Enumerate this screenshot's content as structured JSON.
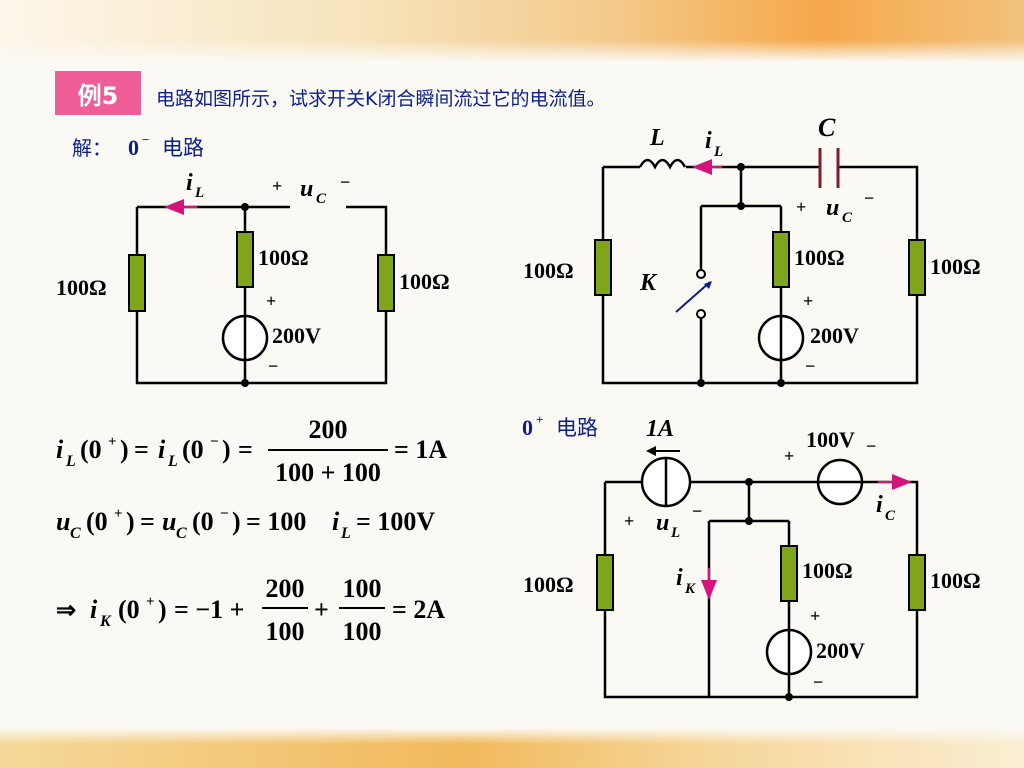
{
  "badge": "例5",
  "problem": "电路如图所示，试求开关K闭合瞬间流过它的电流值。",
  "section_minus": {
    "prefix": "解：",
    "zero": "0",
    "sup": "−",
    "text": "电路"
  },
  "section_plus": {
    "zero": "0",
    "sup": "+",
    "text": "电路"
  },
  "circuit1": {
    "r_left": "100Ω",
    "r_mid": "100Ω",
    "r_right": "100Ω",
    "source": "200V",
    "plus": "+",
    "minus": "−",
    "current": "i",
    "current_sub": "L",
    "cap_voltage": "u",
    "cap_sub": "C"
  },
  "circuit2": {
    "inductor": "L",
    "capacitor": "C",
    "current": "i",
    "current_sub": "L",
    "cap_voltage": "u",
    "cap_sub": "C",
    "switch": "K",
    "r_left": "100Ω",
    "r_mid": "100Ω",
    "r_right": "100Ω",
    "source": "200V",
    "plus": "+",
    "minus": "−"
  },
  "circuit3": {
    "current_source": "1A",
    "voltage_source": "100V",
    "ind_voltage": "u",
    "ind_sub": "L",
    "cap_current": "i",
    "cap_sub": "C",
    "k_current": "i",
    "k_sub": "K",
    "r_left": "100Ω",
    "r_mid": "100Ω",
    "r_right": "100Ω",
    "source": "200V",
    "plus": "+",
    "minus": "−"
  },
  "eq1": {
    "lhs_a": "i",
    "sub": "L",
    "arg_a": "(0",
    "sup_a": "+",
    "close_a": ")",
    "eq_a": "=",
    "lhs_b": "i",
    "arg_b": "(0",
    "sup_b": "−",
    "close_b": ")",
    "eq_b": "=",
    "num": "200",
    "den": "100 + 100",
    "result": "= 1A"
  },
  "eq2": {
    "lhs_a": "u",
    "sub": "C",
    "arg_a": "(0",
    "sup_a": "+",
    "close_a": ")",
    "eq_a": "=",
    "lhs_b": "u",
    "arg_b": "(0",
    "sup_b": "−",
    "close_b": ")",
    "eq_b": "= 100",
    "var": "i",
    "var_sub": "L",
    "result": "= 100V"
  },
  "eq3": {
    "arrow": "⇒",
    "lhs": "i",
    "sub": "K",
    "arg": "(0",
    "sup": "+",
    "close": ")",
    "eq": "= −1 +",
    "num1": "200",
    "den1": "100",
    "plus": "+",
    "num2": "100",
    "den2": "100",
    "result": "= 2A"
  },
  "colors": {
    "badge": "#ee5d96",
    "resistor": "#7fa51a",
    "arrow": "#d4147c",
    "text_blue": "#0b1e8c"
  }
}
